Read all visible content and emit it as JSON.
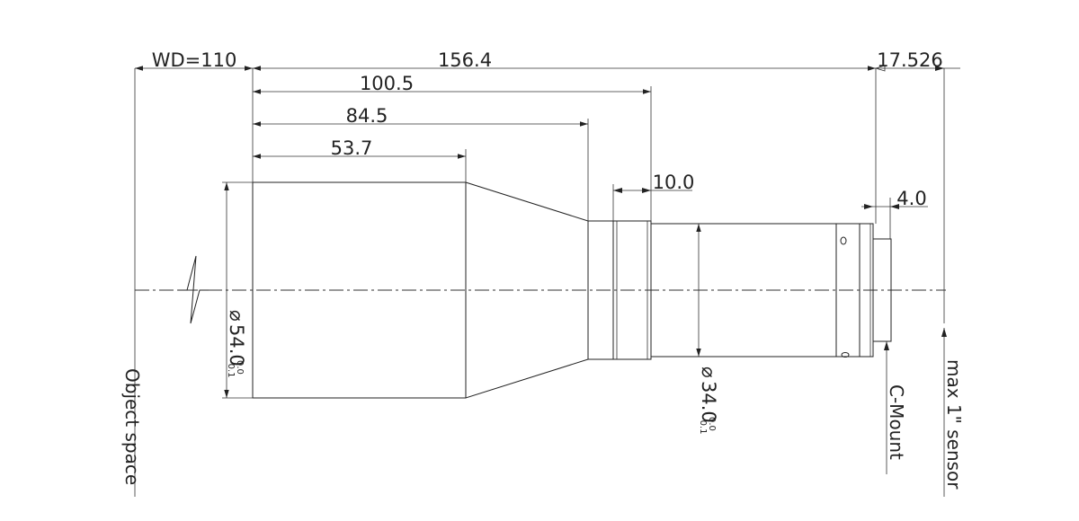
{
  "dimensions": {
    "working_distance": "WD=110",
    "overall_length": "156.4",
    "flange_to_sensor": "17.526",
    "length_100_5": "100.5",
    "length_84_5": "84.5",
    "length_53_7": "53.7",
    "width_10_0": "10.0",
    "mount_thread_4_0": "4.0"
  },
  "diameters": {
    "front": {
      "symbol": "⌀",
      "value": "54.0",
      "tol_upper": "0.0",
      "tol_lower": "-0.1"
    },
    "rear": {
      "symbol": "⌀",
      "value": "34.0",
      "tol_upper": "0.0",
      "tol_lower": "-0.1"
    }
  },
  "labels": {
    "object_space": "Object space",
    "c_mount": "C-Mount",
    "sensor": "max 1\" sensor"
  },
  "colors": {
    "line": "#222222",
    "background": "#ffffff"
  }
}
